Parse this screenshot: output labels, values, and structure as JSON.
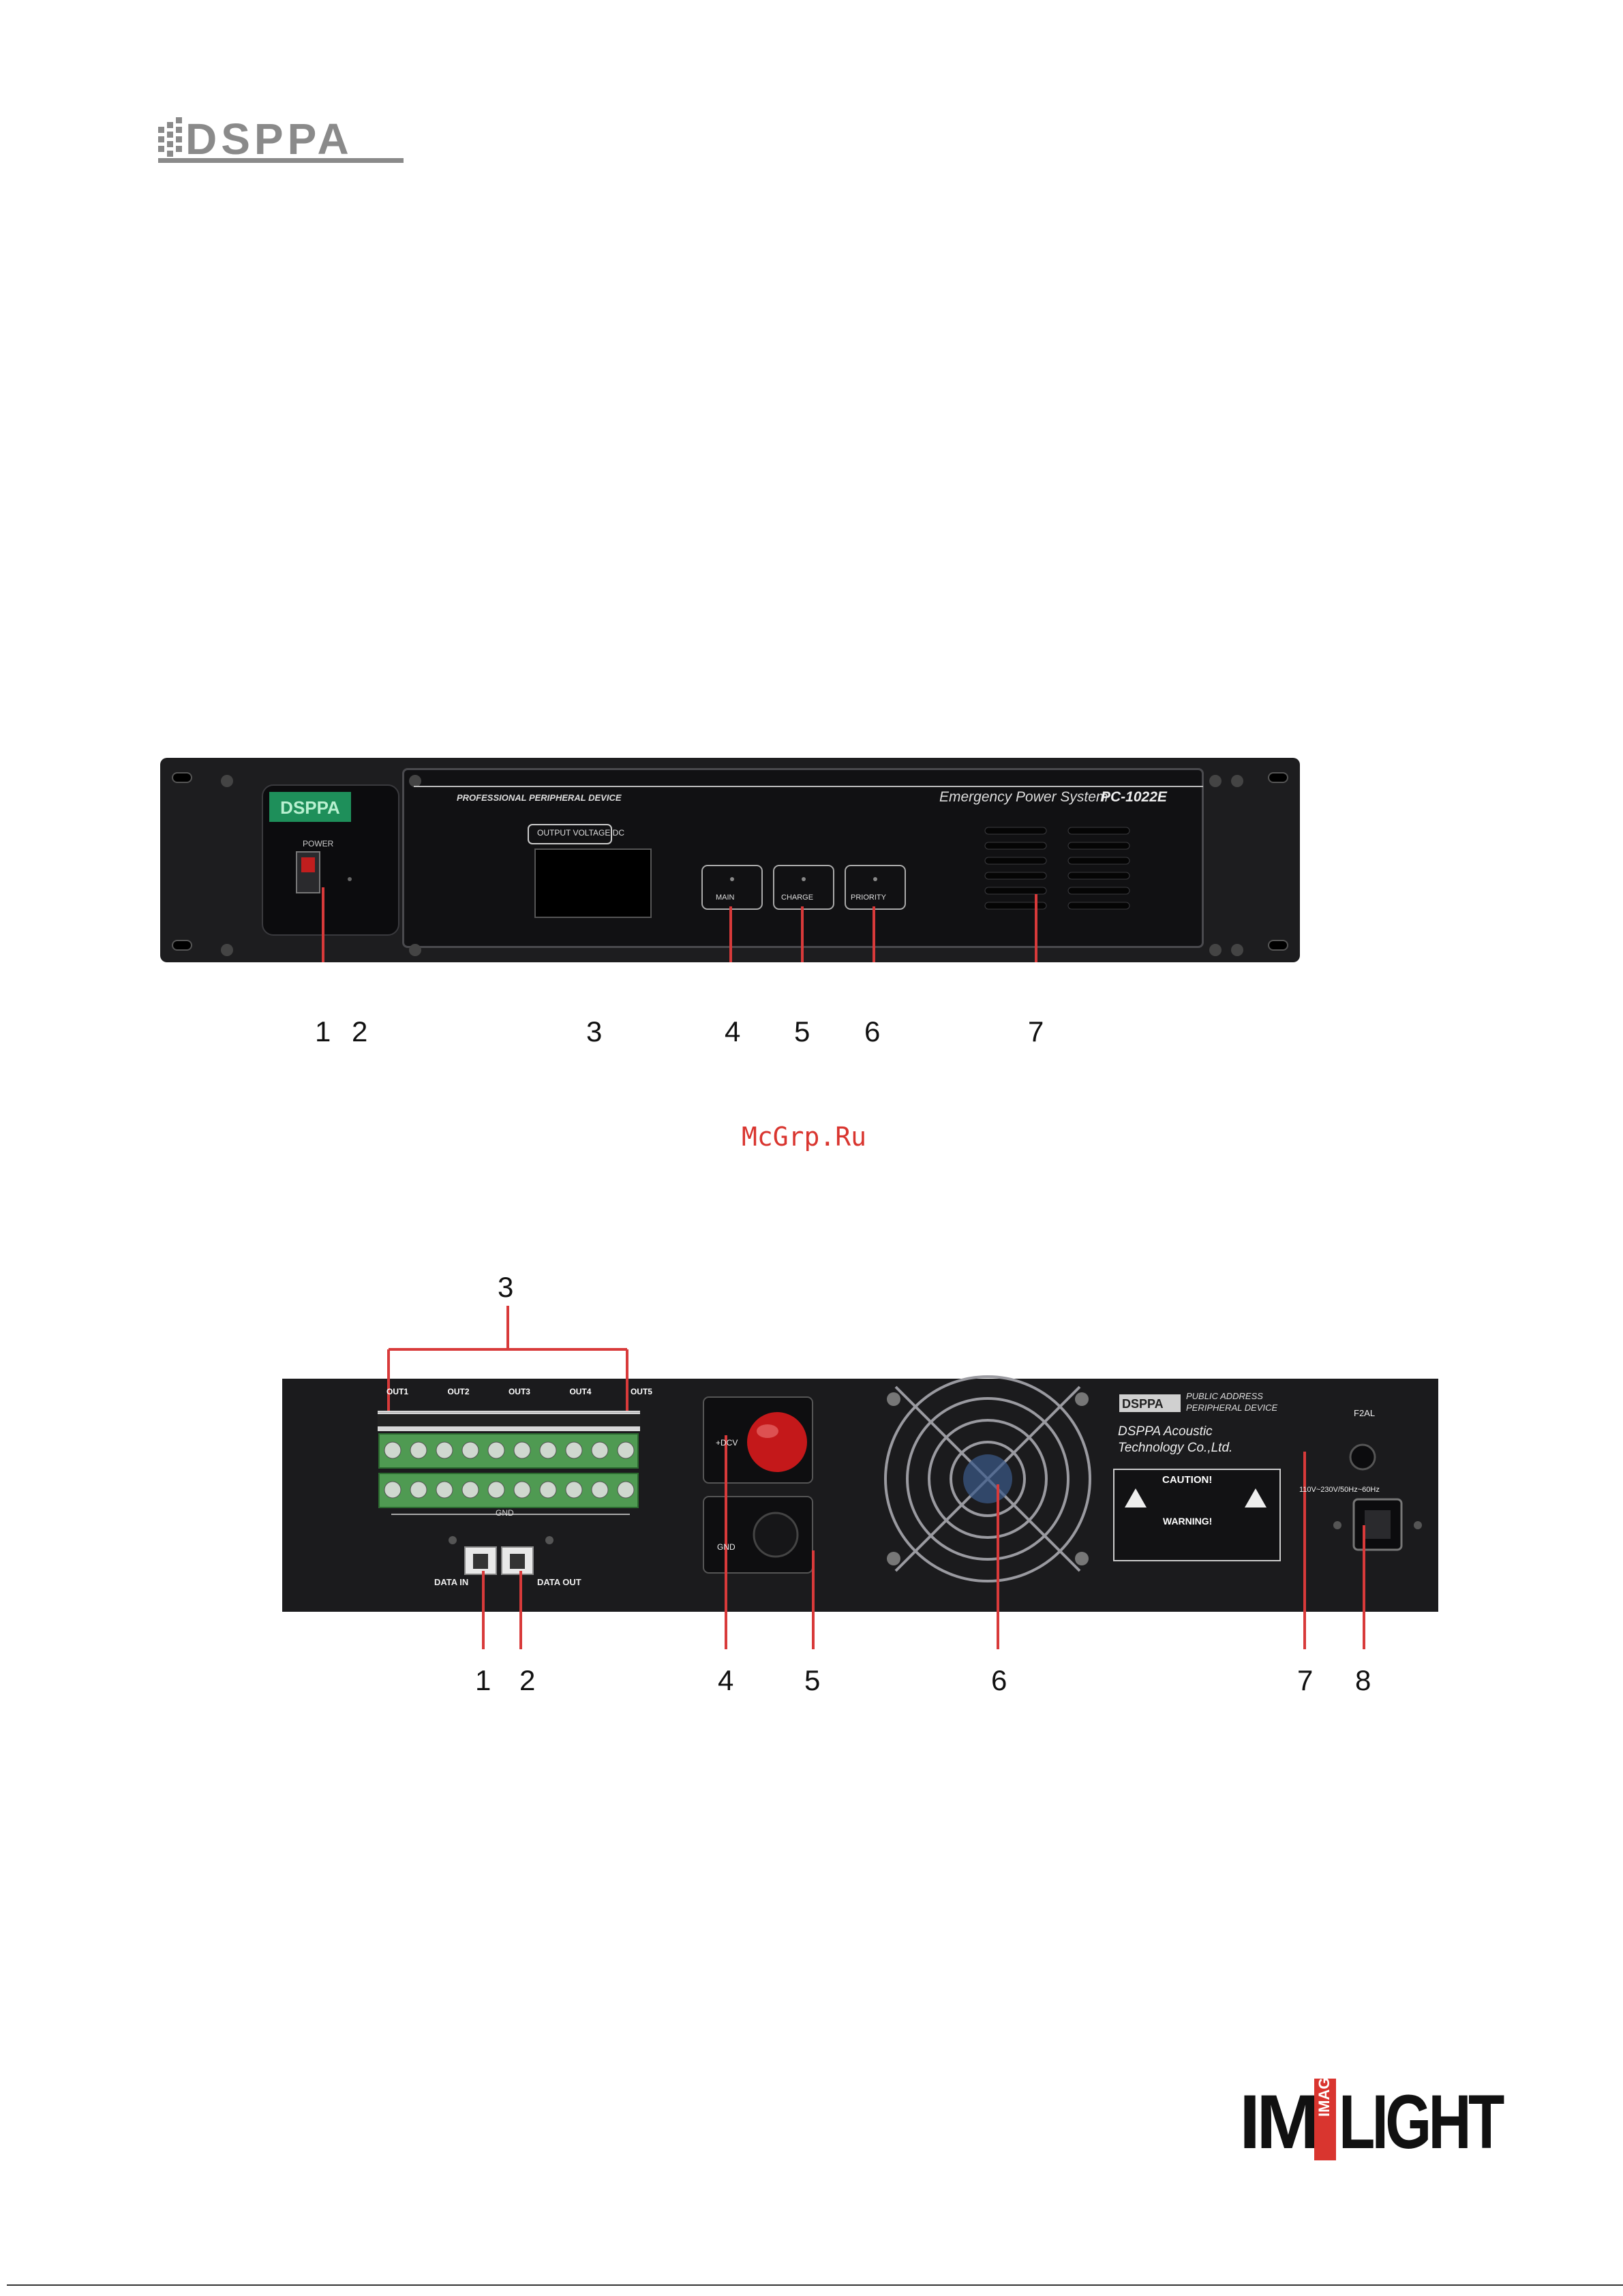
{
  "header": {
    "brand_logo": "DSPPA"
  },
  "front_panel": {
    "header_left": "PROFESSIONAL PERIPHERAL DEVICE",
    "header_right": "Emergency Power System",
    "model": "PC-1022E",
    "logo": "DSPPA",
    "power_label": "POWER",
    "display_label": "OUTPUT VOLTAGE DC",
    "indicators": [
      "MAIN",
      "CHARGE",
      "PRIORITY"
    ],
    "callouts": [
      "1",
      "2",
      "3",
      "4",
      "5",
      "6",
      "7"
    ]
  },
  "watermark": "McGrp.Ru",
  "rear_panel": {
    "outputs": [
      "OUT1",
      "OUT2",
      "OUT3",
      "OUT4",
      "OUT5"
    ],
    "gnd_label": "GND",
    "data_in": "DATA IN",
    "data_out": "DATA OUT",
    "dcv_label": "+DCV",
    "gnd_button_label": "GND",
    "logo": "DSPPA",
    "brand_line1": "PUBLIC ADDRESS",
    "brand_line2": "PERIPHERAL DEVICE",
    "company_line1": "DSPPA Acoustic",
    "company_line2": "Technology Co.,Ltd.",
    "caution_title": "CAUTION!",
    "warning_title": "WARNING!",
    "fuse_label": "F2AL",
    "power_spec": "110V~230V/50Hz~60Hz",
    "callouts": [
      "3",
      "1",
      "2",
      "4",
      "5",
      "6",
      "7",
      "8"
    ]
  },
  "footer": {
    "logo_im": "IM",
    "logo_image": "IMAGE",
    "logo_light": "LIGHT"
  },
  "colors": {
    "callout_line": "#d83a3a",
    "watermark": "#d9352f",
    "panel": "#1d1d1f",
    "led_green": "#1e8f5a",
    "terminal_green": "#4f9a52",
    "red_button": "#c4181a"
  }
}
